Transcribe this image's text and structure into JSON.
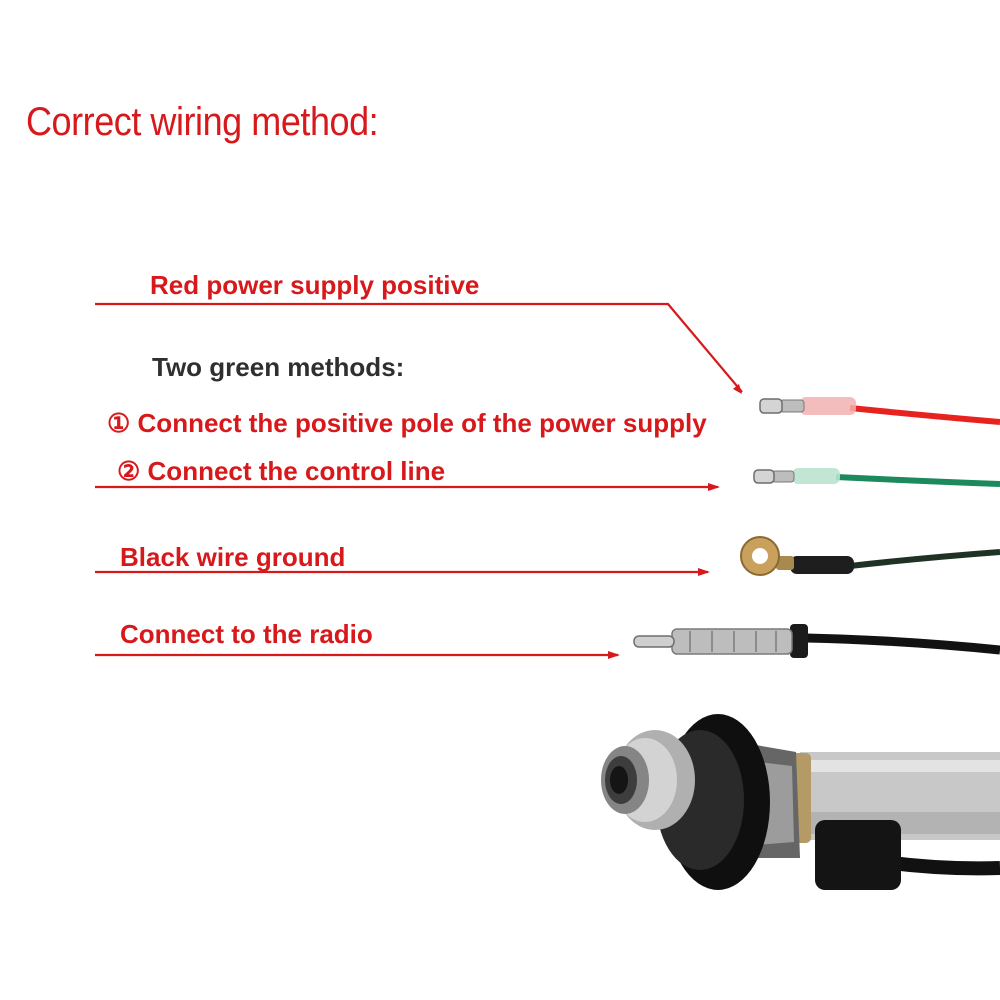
{
  "title": "Correct wiring method:",
  "labels": {
    "red_power": "Red power supply positive",
    "green_methods": "Two green methods:",
    "method_1": "① Connect the positive pole of the power supply",
    "method_2": "② Connect the control line",
    "black_ground": "Black wire ground",
    "radio": "Connect to the radio"
  },
  "colors": {
    "accent": "#d7191c",
    "text_dark": "#2f2f2f",
    "red_wire": "#e8231f",
    "green_wire": "#1c8a5c",
    "black_wire": "#111111"
  }
}
